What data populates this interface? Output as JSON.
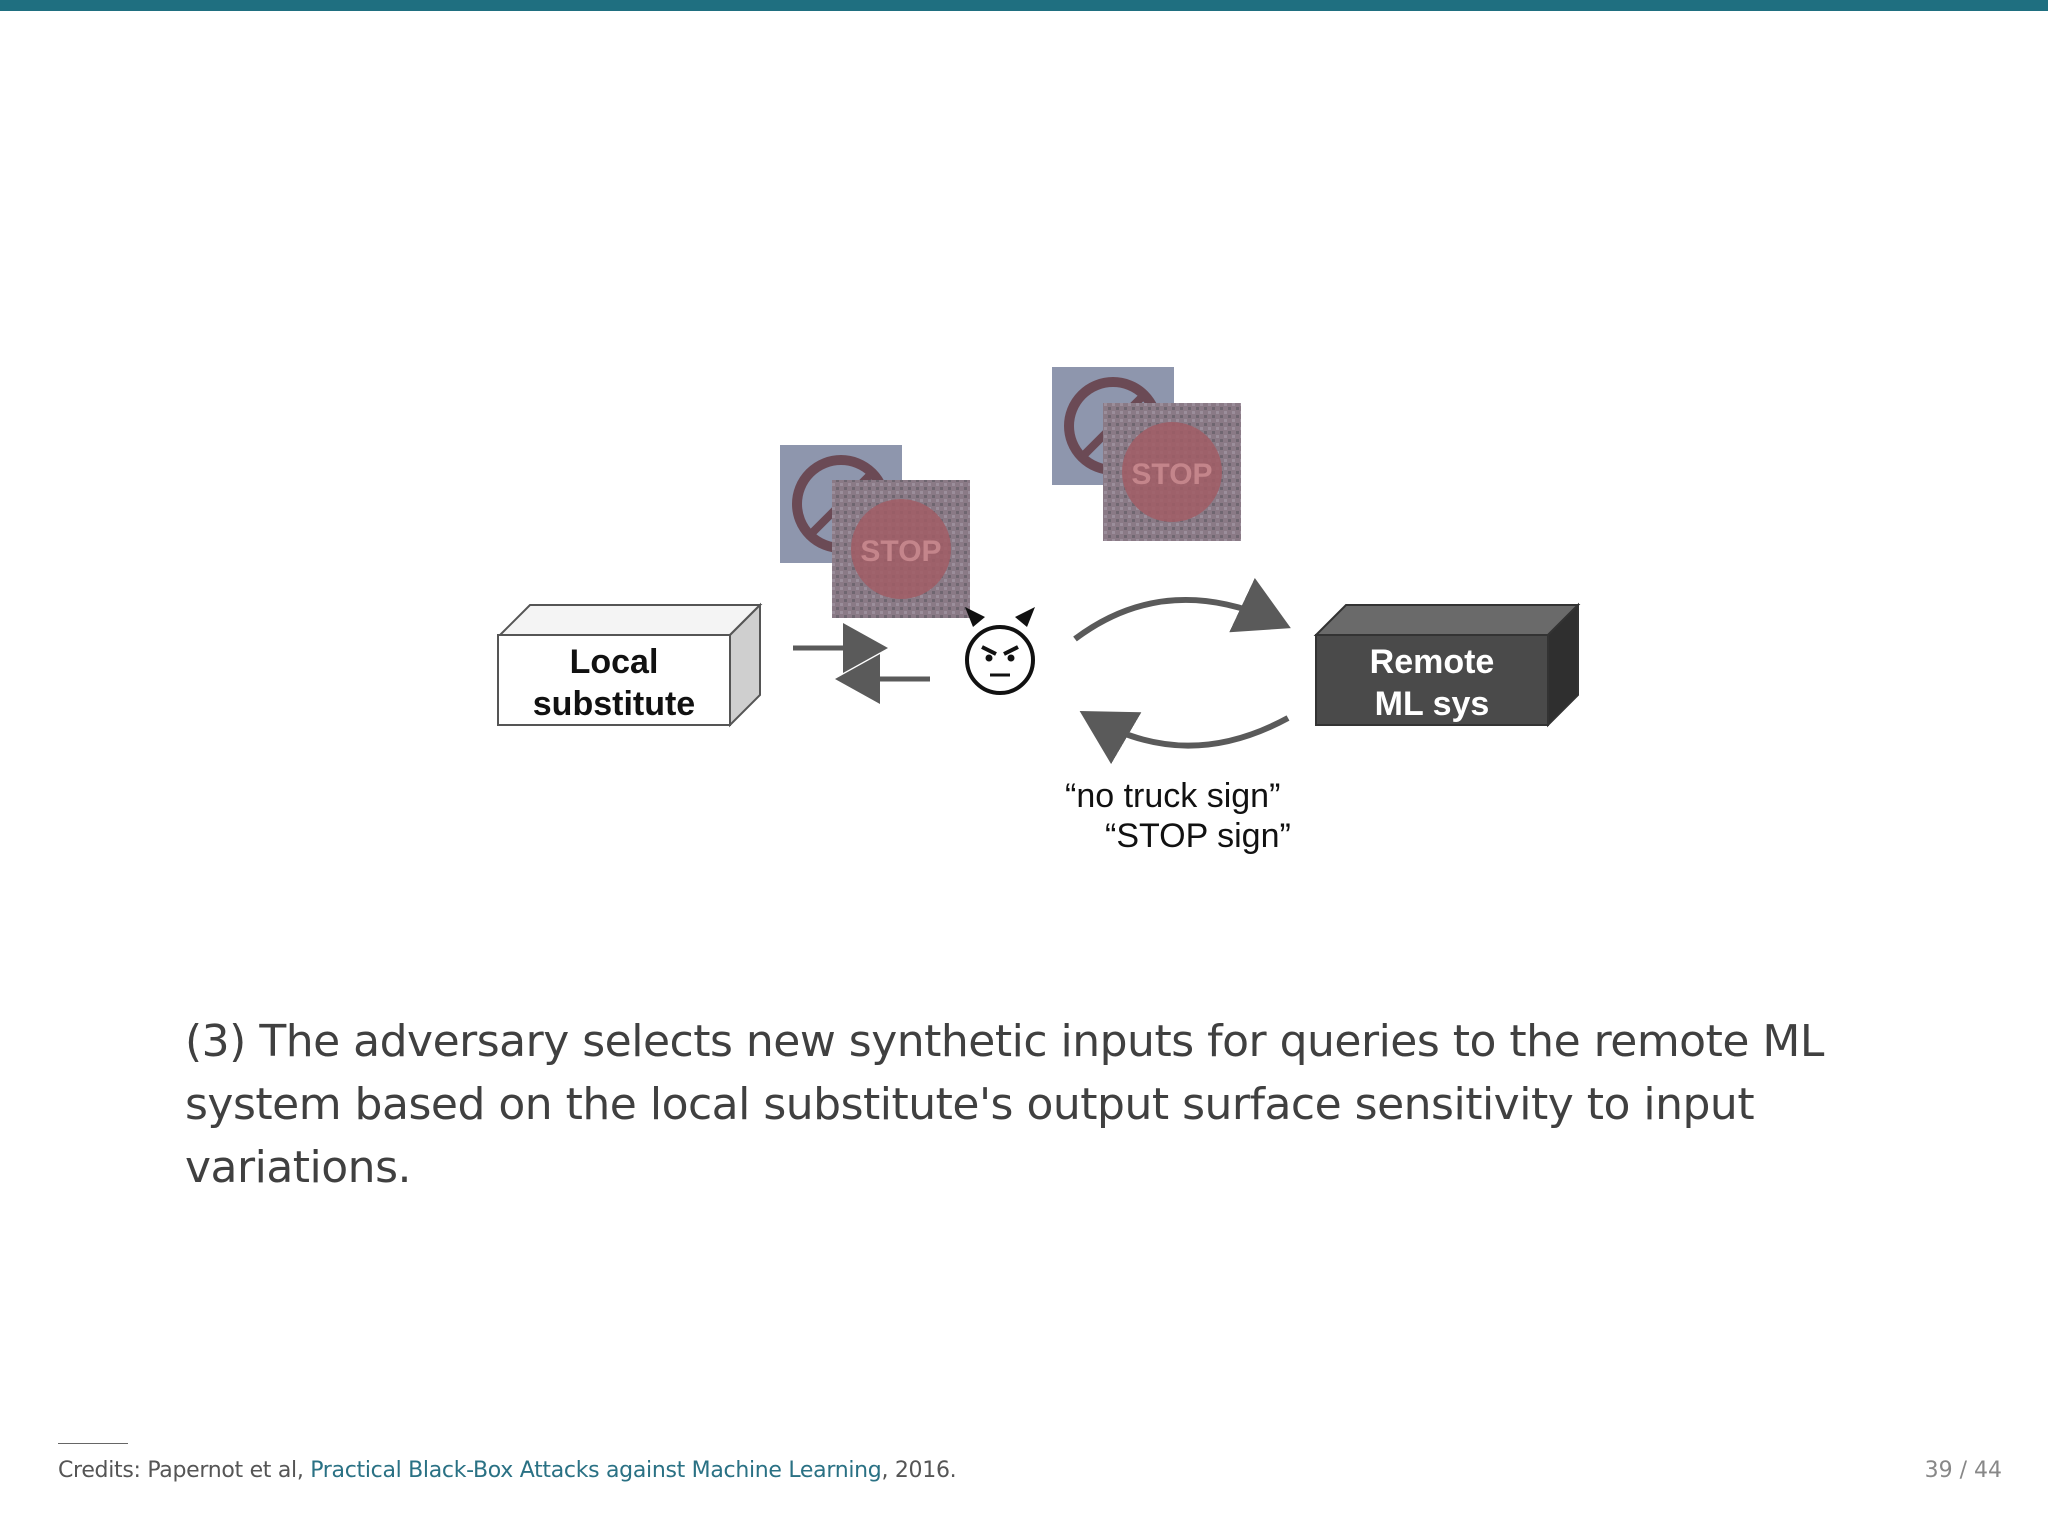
{
  "diagram": {
    "local_label_line1": "Local",
    "local_label_line2": "substitute",
    "remote_label_line1": "Remote",
    "remote_label_line2": "ML sys",
    "sign_label_1": "“no truck sign”",
    "sign_label_2": "“STOP sign”"
  },
  "caption": {
    "text": "(3) The adversary selects new synthetic inputs for queries to the remote ML system based on the local substitute's output surface sensitivity to input variations."
  },
  "footer": {
    "credits_prefix": "Credits: Papernot et al, ",
    "credits_link": "Practical Black-Box Attacks against Machine Learning",
    "credits_suffix": ", 2016.",
    "page_number": "39 / 44"
  }
}
